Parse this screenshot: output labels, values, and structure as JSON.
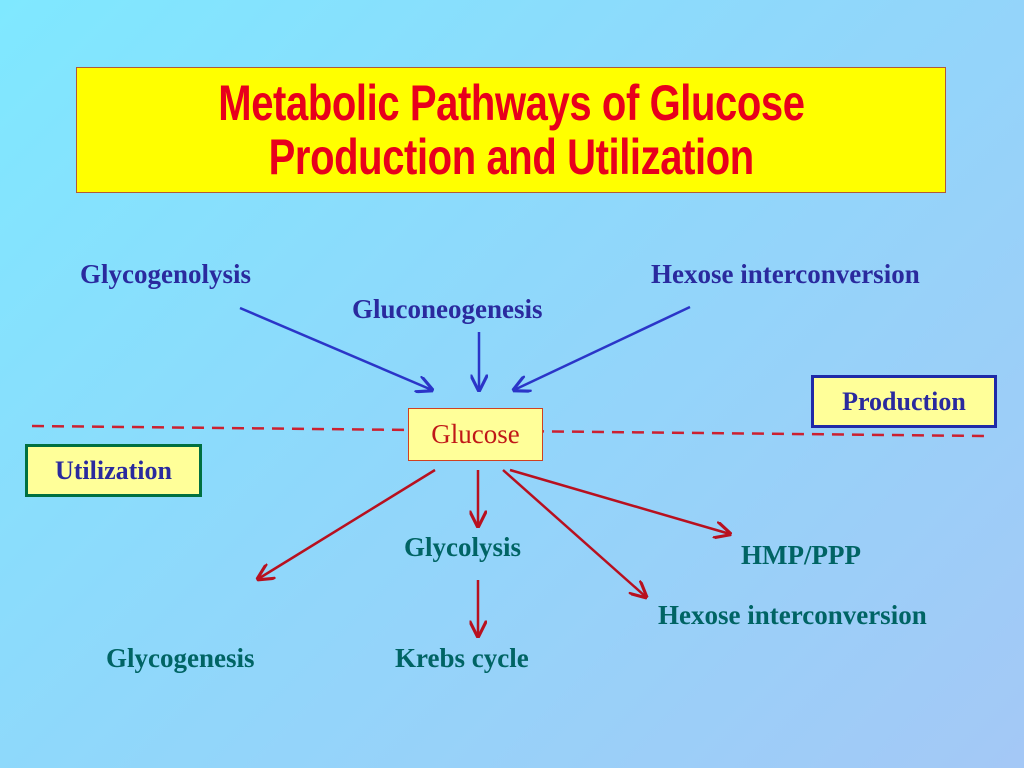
{
  "title": {
    "line1": "Metabolic Pathways of Glucose",
    "line2": "Production and Utilization"
  },
  "production_sources": {
    "glycogenolysis": "Glycogenolysis",
    "gluconeogenesis": "Gluconeogenesis",
    "hexose_interconversion": "Hexose interconversion"
  },
  "center": "Glucose",
  "boxes": {
    "production": "Production",
    "utilization": "Utilization"
  },
  "utilization_targets": {
    "glycolysis": "Glycolysis",
    "hmp_ppp": "HMP/PPP",
    "hexose_interconversion": "Hexose interconversion",
    "glycogenesis": "Glycogenesis",
    "krebs_cycle": "Krebs cycle"
  },
  "colors": {
    "production_arrows": "#2b35c8",
    "utilization_arrows": "#b8101f",
    "divider": "#cc2030",
    "title_text": "#e8001c",
    "title_background": "#ffff00"
  }
}
